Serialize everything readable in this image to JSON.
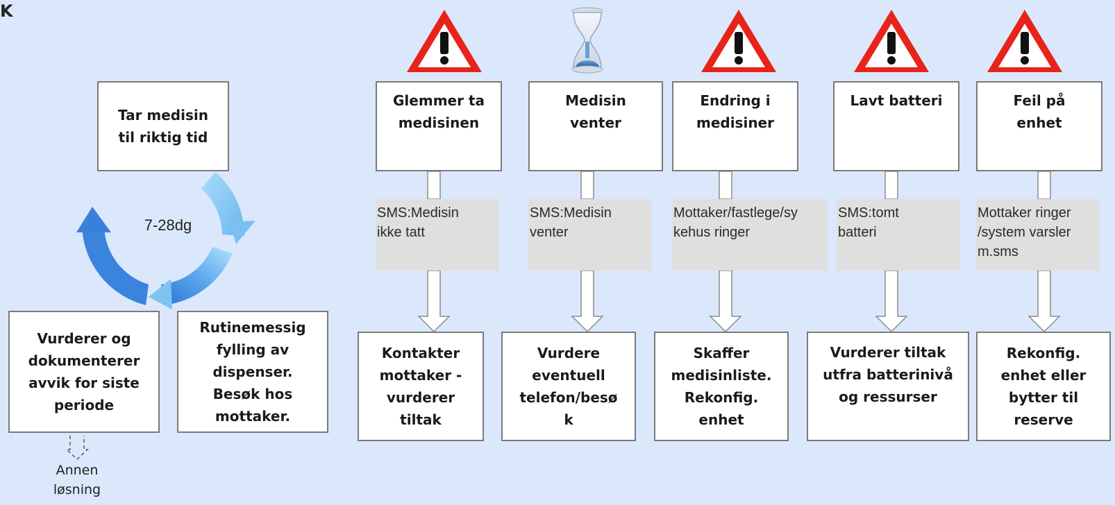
{
  "panel_label": "K",
  "cycle": {
    "top_box": "Tar medisin\ntil riktig tid",
    "center_label": "7-28dg",
    "left_box": "Vurderer og\ndokumenterer\navvik for siste\nperiode",
    "right_box": "Rutinemessig\nfylling av\ndispenser.\nBesøk hos\nmottaker.",
    "alt_label": "Annen\nløsning"
  },
  "columns": [
    {
      "icon": "warning-triangle-icon",
      "header": "Glemmer ta\nmedisinen",
      "message": "SMS:Medisin\nikke tatt",
      "action": "Kontakter\nmottaker -\nvurderer\ntiltak"
    },
    {
      "icon": "hourglass-icon",
      "header": "Medisin\nventer",
      "message": "SMS:Medisin\nventer",
      "action": "Vurdere\neventuell\ntelefon/besø\nk"
    },
    {
      "icon": "warning-triangle-icon",
      "header": "Endring i\nmedisiner",
      "message": "Mottaker/fastlege/sy\nkehus ringer",
      "action": "Skaffer\nmedisinliste.\nRekonfig.\nenhet"
    },
    {
      "icon": "warning-triangle-icon",
      "header": "Lavt batteri",
      "message": "SMS:tomt\nbatteri",
      "action": "Vurderer  tiltak\nutfra batterinivå\nog ressurser"
    },
    {
      "icon": "warning-triangle-icon",
      "header": "Feil på\nenhet",
      "message": "Mottaker ringer\n/system varsler\nm.sms",
      "action": "Rekonfig.\nenhet eller\nbytter til\nreserve"
    }
  ],
  "colors": {
    "background": "#dbe8fb",
    "warning_red": "#e8231a",
    "cycle_dark": "#3a86e0",
    "cycle_light": "#a8dcf8"
  }
}
